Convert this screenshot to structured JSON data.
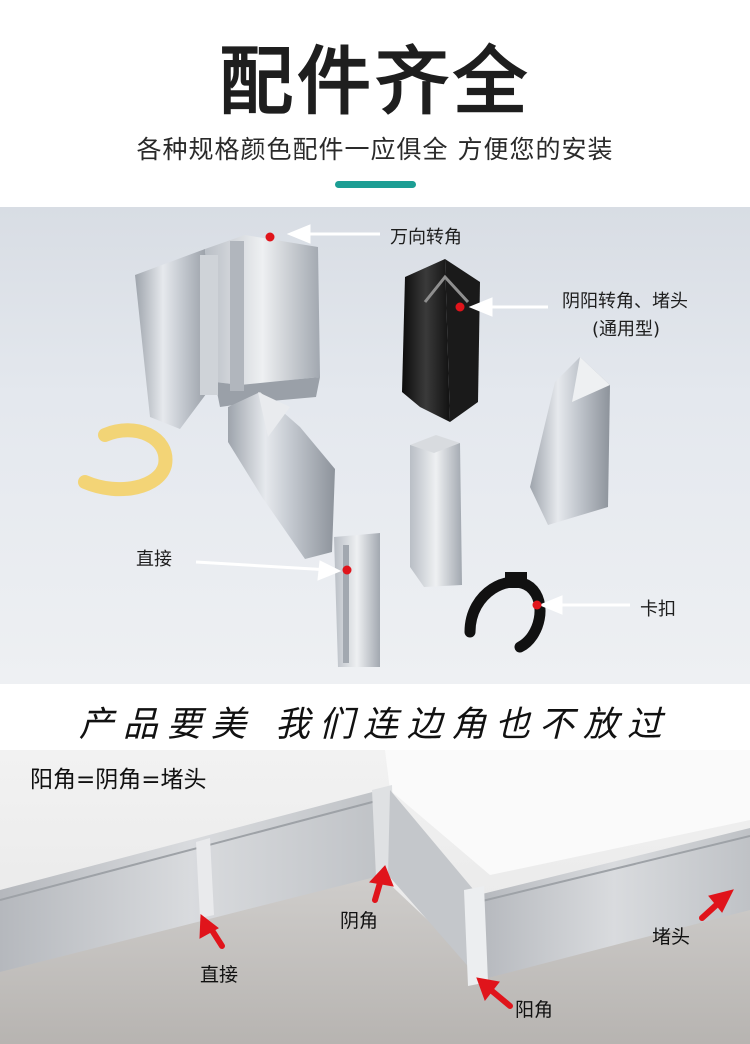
{
  "header": {
    "title": "配件齐全",
    "subtitle": "各种规格颜色配件一应俱全 方便您的安装"
  },
  "product_photo": {
    "callouts": {
      "universal_corner": "万向转角",
      "yin_yang_corner_line1": "阴阳转角、堵头",
      "yin_yang_corner_line2": "(通用型)",
      "straight_joint": "直接",
      "clip": "卡扣"
    }
  },
  "slogan": "产品要美 我们连边角也不放过",
  "install_photo": {
    "heading": "阳角=阴角=堵头",
    "labels": {
      "inner_corner": "阴角",
      "straight_joint": "直接",
      "outer_corner": "阳角",
      "end_cap": "堵头"
    }
  },
  "colors": {
    "accent": "#1c9e94",
    "marker": "#e0141b"
  }
}
